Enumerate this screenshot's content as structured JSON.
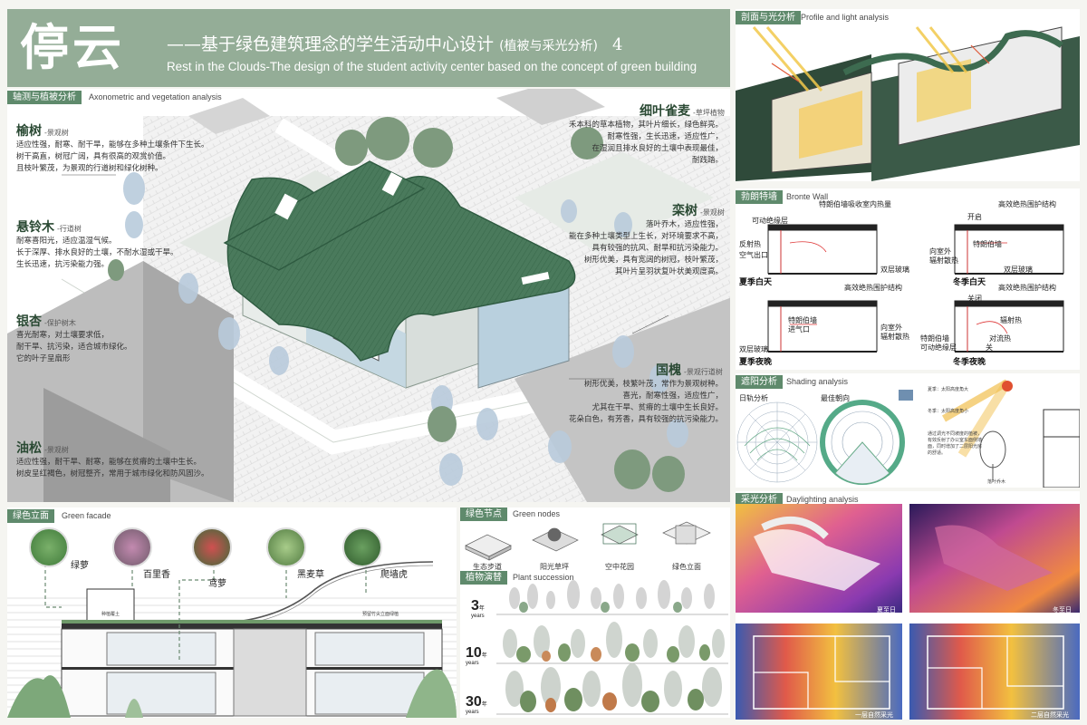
{
  "header": {
    "logo": "停云",
    "title_zh": "——基于绿色建筑理念的学生活动中心设计",
    "title_zh_sub": "(植被与采光分析)",
    "page_num": "4",
    "title_en": "Rest in the Clouds-The design of the student activity center based on the concept of green building"
  },
  "axo": {
    "tag": "轴测与植被分析",
    "tag_en": "Axonometric and vegetation analysis",
    "trees": [
      {
        "name": "榆树",
        "cls": "-景观树",
        "lines": [
          "适应性强，耐寒、耐干旱，能够在多种土壤条件下生长。",
          "树干高直，树冠广阔，具有很高的观赏价值。",
          "且枝叶繁茂，为景观的行道树和绿化树种。"
        ]
      },
      {
        "name": "悬铃木",
        "cls": "-行道树",
        "lines": [
          "耐寒喜阳光，适应温湿气候。",
          "长于深厚、排水良好的土壤，不耐水湿或干旱。",
          "生长迅速，抗污染能力强。"
        ]
      },
      {
        "name": "银杏",
        "cls": "-保护树木",
        "lines": [
          "喜光耐寒，对土壤要求低，",
          "耐干旱、抗污染，适合城市绿化。",
          "它的叶子呈扇形"
        ]
      },
      {
        "name": "油松",
        "cls": "-景观树",
        "lines": [
          "适应性强，耐干旱、耐寒，能够在贫瘠的土壤中生长。",
          "树皮呈红褐色，树冠整齐，常用于城市绿化和防风固沙。"
        ]
      },
      {
        "name": "细叶雀麦",
        "cls": "-草坪植物",
        "lines": [
          "禾本科的草本植物，其叶片细长，绿色鲜亮。",
          "耐寒性强，生长迅速，适应性广，",
          "在湿润且排水良好的土壤中表现最佳，",
          "耐践踏。"
        ]
      },
      {
        "name": "栾树",
        "cls": "-景观树",
        "lines": [
          "落叶乔木，适应性强，",
          "能在多种土壤类型上生长，对环境要求不高，",
          "具有较强的抗风、耐旱和抗污染能力。",
          "树形优美，具有宽阔的树冠，枝叶繁茂，",
          "其叶片呈羽状复叶状美观度高。"
        ]
      },
      {
        "name": "国槐",
        "cls": "-景观行道树",
        "lines": [
          "树形优美，枝繁叶茂，常作为景观树种。",
          "喜光，耐寒性强，适应性广，",
          "尤其在干旱、贫瘠的土壤中生长良好。",
          "花朵白色，有芳香，具有较强的抗污染能力。"
        ]
      }
    ]
  },
  "facade": {
    "tag": "绿色立面",
    "tag_en": "Green facade",
    "plants": [
      "绿萝",
      "百里香",
      "鸢萝",
      "黑麦草",
      "爬墙虎"
    ],
    "labels": [
      "种植覆土",
      "预留竹尖立面绿植"
    ]
  },
  "nodes": {
    "tag": "绿色节点",
    "tag_en": "Green nodes",
    "items": [
      "生态步道",
      "阳光草坪",
      "空中花园",
      "绿色立面"
    ],
    "tag2": "植物演替",
    "tag2_en": "Plant succession",
    "years": [
      {
        "n": "3",
        "u": "年",
        "e": "years"
      },
      {
        "n": "10",
        "u": "年",
        "e": "years"
      },
      {
        "n": "30",
        "u": "年",
        "e": "years"
      }
    ]
  },
  "section": {
    "tag": "剖面与光分析",
    "tag_en": "Profile and light analysis"
  },
  "bronte": {
    "tag": "勃朗特墙",
    "tag_en": "Bronte Wall",
    "cases": [
      "夏季白天",
      "冬季白天",
      "夏季夜晚",
      "冬季夜晚"
    ],
    "labels": {
      "a1": "特朗伯墙吸收室内热量",
      "a2": "可动绝缘层",
      "a3": "反射热",
      "a4": "空气出口",
      "a5": "双层玻璃",
      "b1": "高效绝热围护结构",
      "b2": "开启",
      "b3": "特朗伯墙",
      "b4": "向室外",
      "b5": "辐射散热",
      "b6": "双层玻璃",
      "c1": "高效绝热围护结构",
      "c2": "特朗伯墙",
      "c3": "进气口",
      "c4": "向室外",
      "c5": "辐射散热",
      "c6": "双层玻璃",
      "d1": "高效绝热围护结构",
      "d2": "关闭",
      "d3": "辐射热",
      "d4": "特朗伯墙",
      "d5": "对流热",
      "d6": "可动绝缘层",
      "d7": "关"
    }
  },
  "shading": {
    "tag": "遮阳分析",
    "tag_en": "Shading analysis",
    "l1": "日轨分析",
    "l2": "最佳朝向",
    "n1": "夏季：太阳高度角大",
    "n2": "冬季：太阳高度角小",
    "n3": "通过调光不同坡度的植被，有效反射了办公室东面侧墙面，同时增加了二层阳光房的舒适。",
    "n4": "落叶乔木"
  },
  "daylight": {
    "tag": "采光分析",
    "tag_en": "Daylighting analysis",
    "c1": "夏至日",
    "c2": "冬至日",
    "c3": "一层自然采光",
    "c4": "二层自然采光"
  },
  "colors": {
    "brand": "#94ad97",
    "tag": "#5f8a6c",
    "roof": "#3d6b50"
  }
}
